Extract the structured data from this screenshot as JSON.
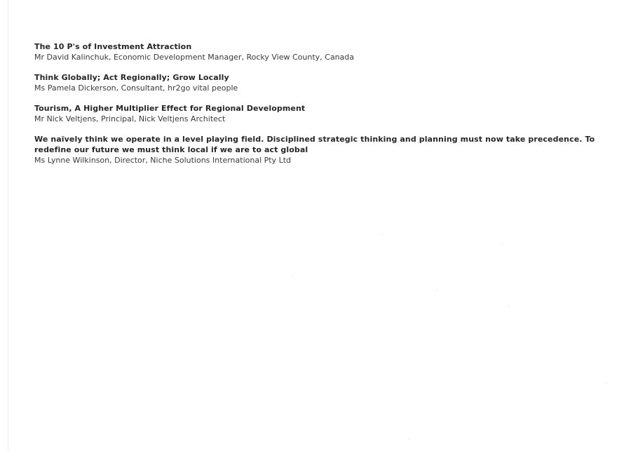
{
  "entries": [
    {
      "title": "The 10 P's of Investment Attraction",
      "speaker": "Mr David Kalinchuk, Economic Development Manager, Rocky View County, Canada"
    },
    {
      "title": "Think Globally; Act Regionally; Grow Locally",
      "speaker": "Ms Pamela Dickerson, Consultant, hr2go vital people"
    },
    {
      "title": "Tourism, A Higher Multiplier Effect for Regional Development",
      "speaker": "Mr Nick Veltjens, Principal, Nick Veltjens Architect"
    },
    {
      "title": "We naïvely think we operate in a level playing field. Disciplined strategic thinking and planning must now take precedence. To redefine our future we must think local if we are to act global",
      "speaker": "Ms Lynne Wilkinson, Director, Niche Solutions International Pty Ltd"
    }
  ]
}
